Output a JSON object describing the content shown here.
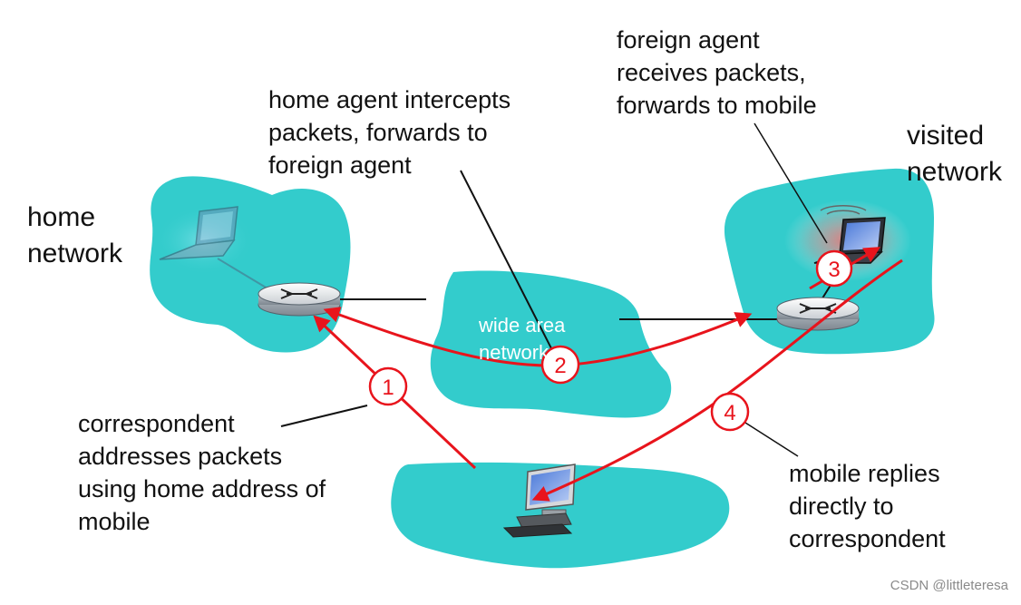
{
  "labels": {
    "home_network": "home\nnetwork",
    "visited_network": "visited\nnetwork",
    "wide_area_network": "wide area\nnetwork",
    "home_agent_note": "home agent intercepts\npackets, forwards to\nforeign agent",
    "foreign_agent_note": "foreign agent\nreceives packets,\nforwards to mobile",
    "correspondent_note": "correspondent\naddresses packets\nusing home address of\nmobile",
    "mobile_reply_note": "mobile replies\ndirectly to\ncorrespondent"
  },
  "steps": [
    "1",
    "2",
    "3",
    "4"
  ],
  "watermark": "CSDN @littleteresa",
  "colors": {
    "network_fill": "#33cccc",
    "path_red": "#e8141c",
    "line_black": "#111111",
    "text": "#111111"
  }
}
